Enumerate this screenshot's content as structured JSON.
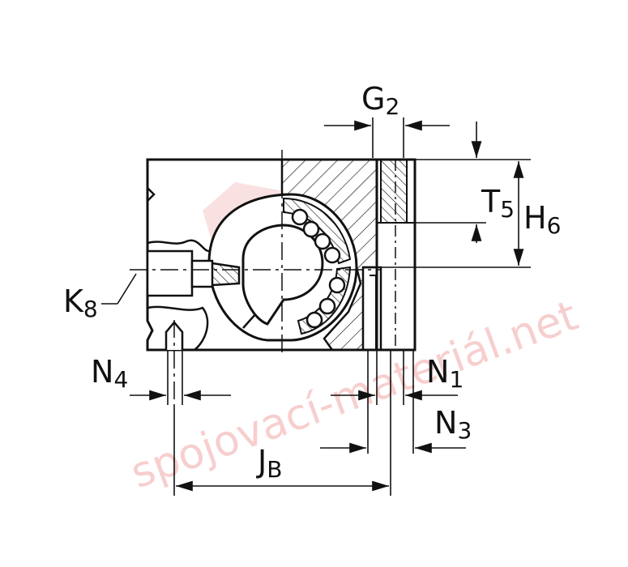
{
  "watermark": {
    "text": "spojovací-materiál.net",
    "color": "#e88b8b"
  },
  "colors": {
    "line": "#111111",
    "background": "#ffffff"
  },
  "labels": {
    "G2": {
      "main": "G",
      "sub": "2"
    },
    "T5": {
      "main": "T",
      "sub": "5"
    },
    "H6": {
      "main": "H",
      "sub": "6"
    },
    "K8": {
      "main": "K",
      "sub": "8"
    },
    "N4": {
      "main": "N",
      "sub": "4"
    },
    "N1": {
      "main": "N",
      "sub": "1"
    },
    "N3": {
      "main": "N",
      "sub": "3"
    },
    "JB": {
      "main": "J",
      "sub": "B"
    }
  }
}
